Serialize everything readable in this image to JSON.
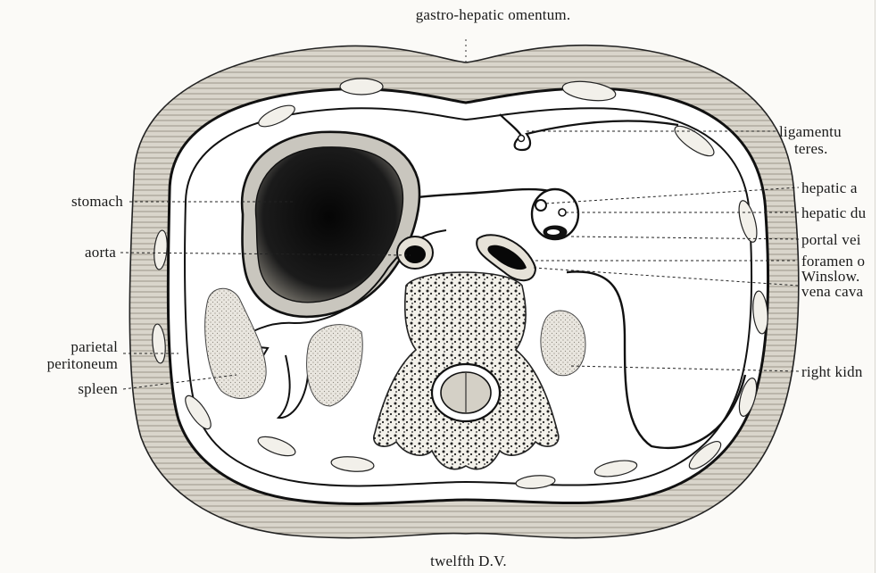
{
  "figure": {
    "top_caption": "gastro-hepatic omentum.",
    "bottom_caption": "twelfth D.V."
  },
  "labels_left": {
    "stomach": "stomach",
    "aorta": "aorta",
    "parietal_line1": "parietal",
    "parietal_line2": "peritoneum",
    "spleen": "spleen"
  },
  "labels_right": {
    "ligamentum_line1": "ligamentu",
    "ligamentum_line2": "teres.",
    "hepatic_artery": "hepatic a",
    "hepatic_duct": "hepatic du",
    "portal_vein": "portal vei",
    "foramen_line1": "foramen o",
    "foramen_line2": "Winslow.",
    "vena_cava": "vena cava",
    "right_kidney": "right kidn"
  }
}
